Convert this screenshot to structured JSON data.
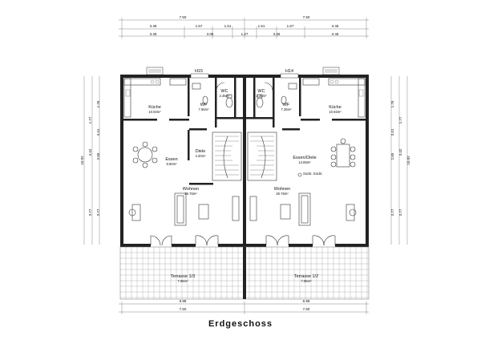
{
  "title": "Erdgeschoss",
  "units": {
    "left": {
      "wf": "WF",
      "wf_area": "7.55m²",
      "wc": "WC",
      "wc_area": "2.35m²",
      "kueche": "Küche",
      "kueche_area": "10.92m²",
      "essen": "Essen",
      "essen_area": "8.50m²",
      "diele": "Diele",
      "diele_area": "4.20m²",
      "wohnen": "Wohnen",
      "wohnen_area": "26.76m²",
      "terrasse": "Terrasse 1/3",
      "terrasse_area": "7.65m²",
      "house_no": "H15"
    },
    "right": {
      "wf": "WF",
      "wf_area": "7.26m²",
      "wc": "WC",
      "wc_area": "2.35m²",
      "kueche": "Küche",
      "kueche_area": "10.92m²",
      "essen": "Essen/Diele",
      "essen_area": "14.85m²",
      "wohnen": "Wohnen",
      "wohnen_area": "26.76m²",
      "terrasse": "Terrasse 1/2",
      "terrasse_area": "7.65m²",
      "house_no": "H14"
    }
  },
  "dims": {
    "top_total": [
      "7.50",
      "7.50"
    ],
    "top_row1": [
      "3.48",
      "1.67",
      "1.51",
      "1.51",
      "1.67",
      "3.48"
    ],
    "top_row2": [
      "3.48",
      "3.05",
      "1.27",
      "3.36",
      "3.48"
    ],
    "bottom_row1": [
      "6.98",
      "6.98"
    ],
    "bottom_total": [
      "7.50",
      "7.50"
    ],
    "left_vertical": [
      "1.76",
      "3.41",
      "1.77",
      "3.42",
      "3.77",
      "2.65",
      "3.77",
      "10.92"
    ],
    "right_vertical": [
      "1.76",
      "3.41",
      "1.77",
      "3.42",
      "2.65",
      "3.77",
      "3.77",
      "10.92"
    ]
  },
  "stair_note": "Sockt. Sockt."
}
